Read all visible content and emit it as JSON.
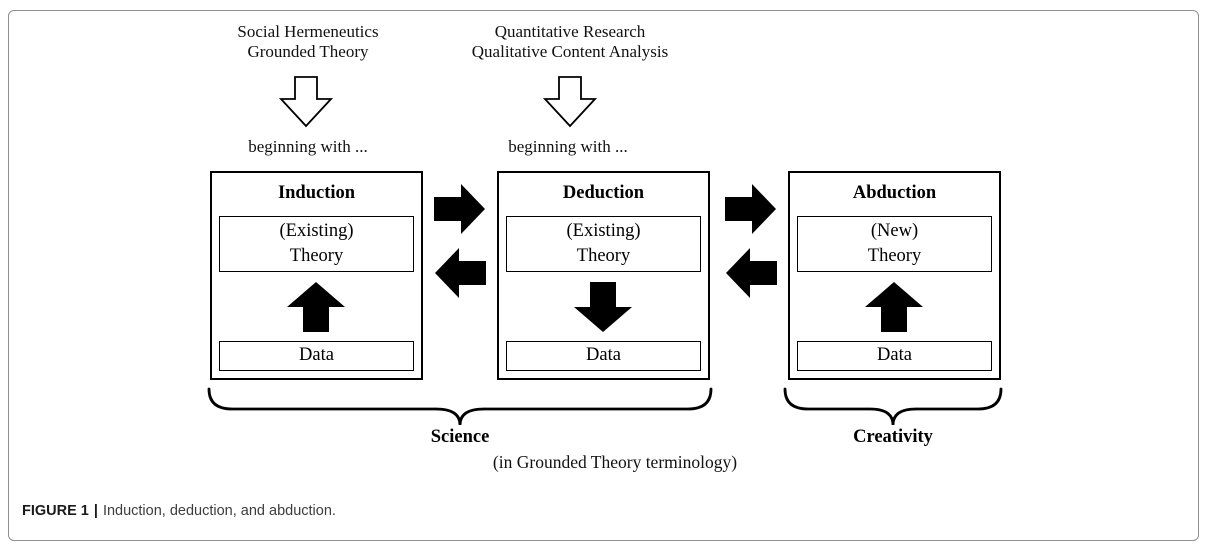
{
  "diagram": {
    "top_annotations": [
      {
        "lines": [
          "Social Hermeneutics",
          "Grounded Theory"
        ],
        "beginning_label": "beginning with ..."
      },
      {
        "lines": [
          "Quantitative Research",
          "Qualitative Content Analysis"
        ],
        "beginning_label": "beginning with ..."
      }
    ],
    "boxes": [
      {
        "title": "Induction",
        "theory_lines": [
          "(Existing)",
          "Theory"
        ],
        "data_label": "Data",
        "internal_arrow": "up"
      },
      {
        "title": "Deduction",
        "theory_lines": [
          "(Existing)",
          "Theory"
        ],
        "data_label": "Data",
        "internal_arrow": "down"
      },
      {
        "title": "Abduction",
        "theory_lines": [
          "(New)",
          "Theory"
        ],
        "data_label": "Data",
        "internal_arrow": "up"
      }
    ],
    "groupings": [
      {
        "label": "Science",
        "sublabel": "(in Grounded Theory terminology)",
        "spans": "Induction + Deduction"
      },
      {
        "label": "Creativity",
        "spans": "Abduction"
      }
    ],
    "caption": {
      "tag": "FIGURE 1",
      "separator": "|",
      "text": "Induction, deduction, and abduction."
    }
  },
  "colors": {
    "ink": "#000000",
    "frame_border": "#8f8f8f",
    "background": "#ffffff",
    "caption_tag": "#1a1a1a",
    "caption_text": "#3c3c3c"
  }
}
